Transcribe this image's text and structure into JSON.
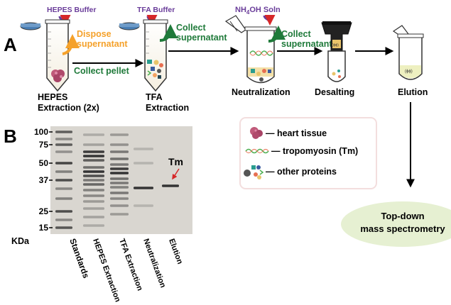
{
  "panel_labels": {
    "a": "A",
    "b": "B"
  },
  "workflow": {
    "buffers": {
      "hepes": "HEPES Buffer",
      "tfa": "TFA Buffer",
      "nh4oh_pre": "NH",
      "nh4oh_sub": "4",
      "nh4oh_post": "OH Soln"
    },
    "arrows": {
      "dispose_line1": "Dispose",
      "dispose_line2": "supernatant",
      "collect_pellet": "Collect pellet",
      "collect1_line1": "Collect",
      "collect1_line2": "supernatant",
      "collect2_line1": "Collect",
      "collect2_line2": "supernatant"
    },
    "steps": {
      "hepes_line1": "HEPES",
      "hepes_line2": "Extraction (2x)",
      "tfa_line1": "TFA",
      "tfa_line2": "Extraction",
      "neutralization": "Neutralization",
      "desalting": "Desalting",
      "elution": "Elution"
    },
    "tube_label": "(ϕϕ)"
  },
  "legend": {
    "heart_tissue": "— heart tissue",
    "tropomyosin": "— tropomyosin (Tm)",
    "other_proteins": "— other proteins"
  },
  "gel": {
    "markers": [
      "100",
      "75",
      "50",
      "37",
      "25",
      "15"
    ],
    "unit": "KDa",
    "tm_label": "Tm",
    "lanes": [
      "Standards",
      "HEPES Extraction",
      "TFA Extraction",
      "Neutralization",
      "Elution"
    ]
  },
  "output": {
    "line1": "Top-down",
    "line2": "mass spectrometry"
  },
  "colors": {
    "green": "#1f7a3a",
    "orange": "#f5a12a",
    "purple": "#6a3d9a",
    "gel_bg": "#d9d6d0",
    "legend_border": "#f3dede",
    "ellipse": "#e6f0d2"
  }
}
